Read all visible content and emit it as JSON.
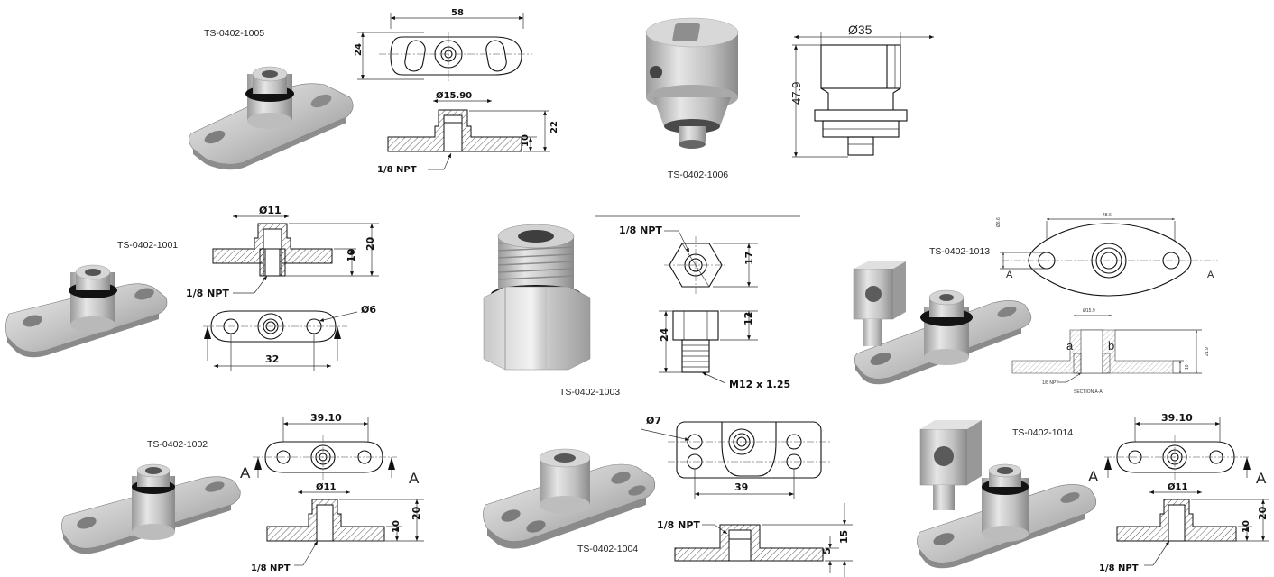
{
  "parts": {
    "p1005": {
      "code": "TS-0402-1005",
      "dim_width": "58",
      "dim_height": "24",
      "dim_dia": "Ø15.90",
      "dim_22": "22",
      "dim_10": "10",
      "thread": "1/8 NPT"
    },
    "p1006": {
      "code": "TS-0402-1006",
      "dim_dia": "Ø35",
      "dim_height": "47.9"
    },
    "p1001": {
      "code": "TS-0402-1001",
      "dim_dia": "Ø11",
      "dim_20": "20",
      "dim_10": "10",
      "thread": "1/8 NPT",
      "dim_hole": "Ø6",
      "dim_spacing": "32"
    },
    "p1003": {
      "code": "TS-0402-1003",
      "thread": "1/8 NPT",
      "dim_17": "17",
      "dim_12": "12",
      "dim_24": "24",
      "thread_m": "M12 x 1.25"
    },
    "p1013": {
      "code": "TS-0402-1013",
      "dim_top": "48.6",
      "dim_side": "Ø6.6",
      "section_mark_left": "A",
      "section_mark_right": "A",
      "dim_dia": "Ø15.9",
      "hole_a": "a",
      "hole_b": "b",
      "thread": "1/8 NPT",
      "section_label": "SECTION A-A",
      "dim_21": "21.9",
      "dim_10": "10"
    },
    "p1002": {
      "code": "TS-0402-1002",
      "dim_spacing": "39.10",
      "mark_left": "A",
      "mark_right": "A",
      "dim_dia": "Ø11",
      "dim_20": "20",
      "dim_10": "10",
      "thread": "1/8 NPT"
    },
    "p1004": {
      "code": "TS-0402-1004",
      "dim_hole": "Ø7",
      "dim_spacing": "39",
      "thread": "1/8 NPT",
      "dim_15": "15",
      "dim_5": "5"
    },
    "p1014": {
      "code": "TS-0402-1014",
      "dim_spacing": "39.10",
      "mark_left": "A",
      "mark_right": "A",
      "dim_dia": "Ø11",
      "dim_20": "20",
      "dim_10": "10",
      "thread": "1/8 NPT"
    }
  },
  "colors": {
    "metal_light": "#d9d9d9",
    "metal_mid": "#b5b5b5",
    "metal_dark": "#8a8a8a",
    "oring": "#1a1a1a",
    "line": "#111111"
  }
}
